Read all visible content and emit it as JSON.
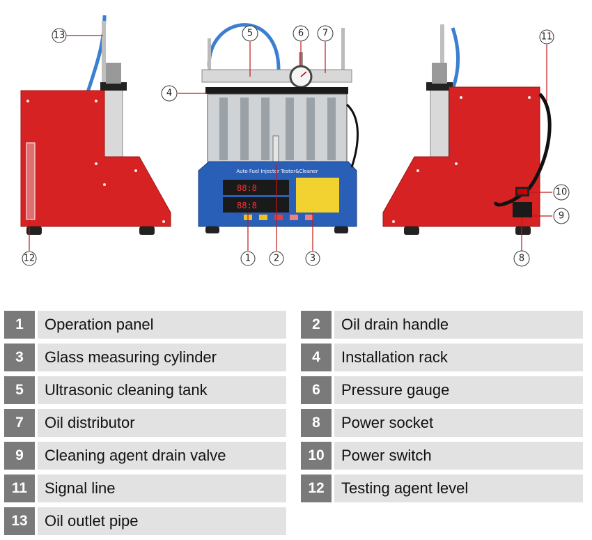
{
  "callouts": {
    "c1": "1",
    "c2": "2",
    "c3": "3",
    "c4": "4",
    "c5": "5",
    "c6": "6",
    "c7": "7",
    "c8": "8",
    "c9": "9",
    "c10": "10",
    "c11": "11",
    "c12": "12",
    "c13": "13"
  },
  "panel": {
    "title": "Auto Fuel Injector Tester&Cleaner",
    "display_top": "88:8",
    "display_bottom": "88:8"
  },
  "legend": [
    {
      "num": "1",
      "label": "Operation panel"
    },
    {
      "num": "2",
      "label": "Oil drain handle"
    },
    {
      "num": "3",
      "label": "Glass measuring cylinder"
    },
    {
      "num": "4",
      "label": "Installation rack"
    },
    {
      "num": "5",
      "label": "Ultrasonic cleaning tank"
    },
    {
      "num": "6",
      "label": "Pressure gauge"
    },
    {
      "num": "7",
      "label": "Oil distributor"
    },
    {
      "num": "8",
      "label": "Power socket"
    },
    {
      "num": "9",
      "label": "Cleaning agent drain valve"
    },
    {
      "num": "10",
      "label": "Power switch"
    },
    {
      "num": "11",
      "label": "Signal line"
    },
    {
      "num": "12",
      "label": "Testing agent level"
    },
    {
      "num": "13",
      "label": "Oil outlet pipe"
    }
  ],
  "colors": {
    "machine_red": "#d62222",
    "panel_blue": "#2a5fb8",
    "number_box": "#7a7a7a",
    "label_box": "#e2e2e2"
  }
}
